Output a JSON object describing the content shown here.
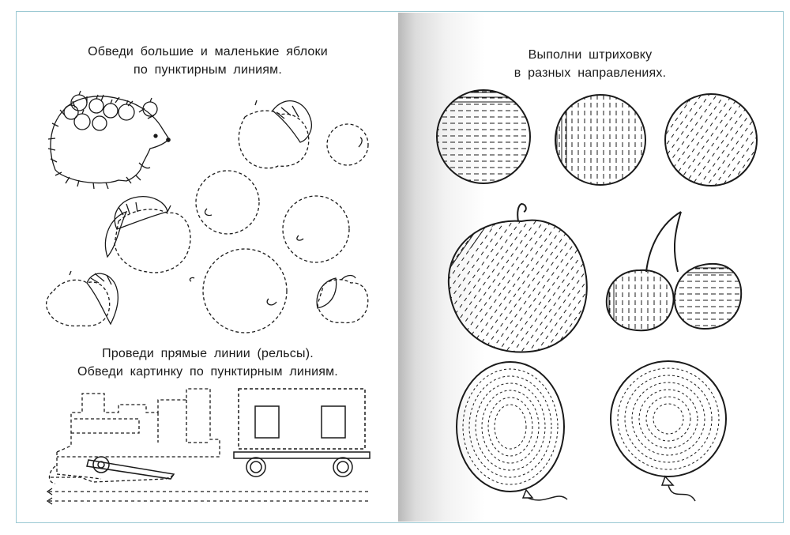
{
  "left_page": {
    "task_apples": {
      "line1": "Обведи большие и маленькие яблоки",
      "line2": "по пунктирным линиям."
    },
    "task_rails": {
      "line1": "Проведи прямые линии (рельсы).",
      "line2": "Обведи картинку по пунктирным линиям."
    }
  },
  "right_page": {
    "task_hatching": {
      "line1": "Выполни штриховку",
      "line2": "в разных направлениях."
    }
  },
  "colors": {
    "ink": "#1a1a1a",
    "frame_border": "#9bc9d3",
    "page_background": "#ffffff",
    "spine_shadow": "#b9b9b9"
  },
  "figures": {
    "left": [
      "hedgehog-with-apples",
      "dotted-apples",
      "dotted-locomotive",
      "wagon",
      "dotted-rails"
    ],
    "right": [
      "hatched-circles",
      "hatched-apple",
      "hatched-cherries",
      "dotted-balloons"
    ]
  }
}
